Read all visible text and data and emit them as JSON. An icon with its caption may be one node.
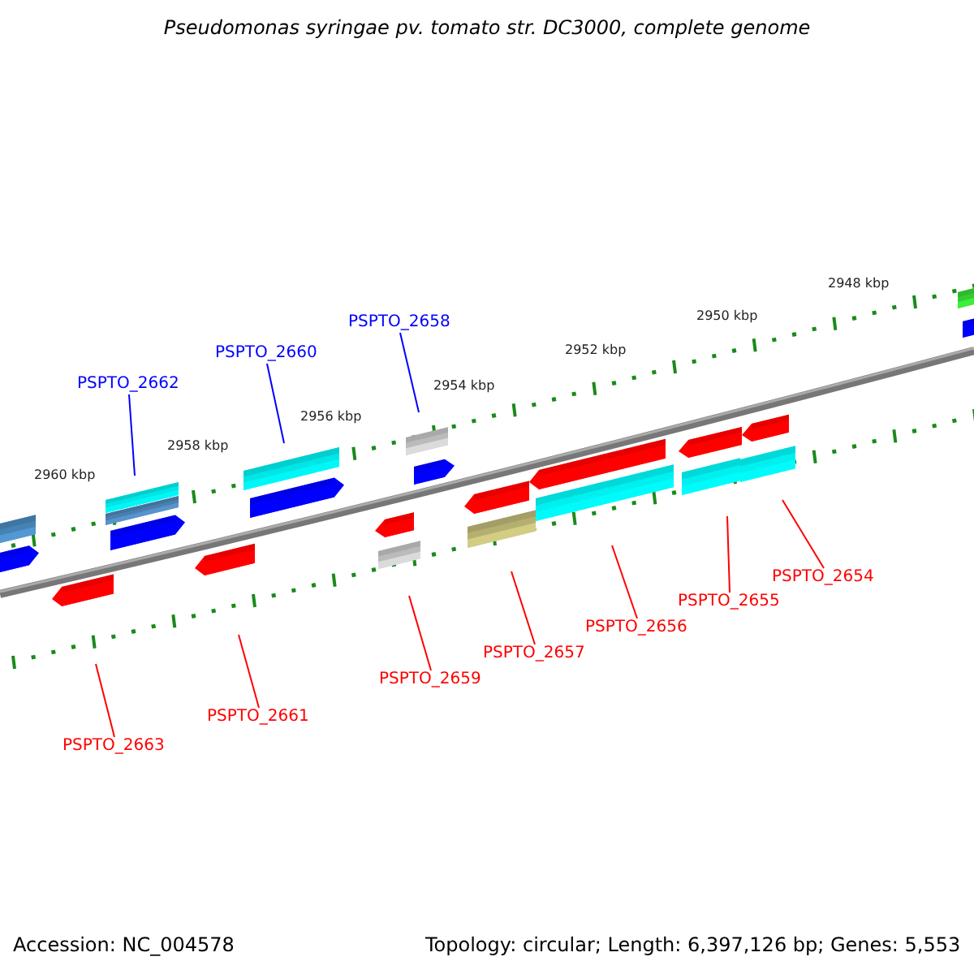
{
  "diagram": {
    "title": "Pseudomonas syringae pv. tomato str. DC3000, complete genome",
    "nodes": [
      {
        "text": [
          "PSPTO_2662"
        ]
      },
      {
        "text": [
          "PSPTO_2660"
        ]
      },
      {
        "text": [
          "PSPTO_2658"
        ]
      },
      {
        "text": [
          "PSPTO_2663"
        ]
      },
      {
        "text": [
          "PSPTO_2661"
        ]
      },
      {
        "text": [
          "PSPTO_2659"
        ]
      },
      {
        "text": [
          "PSPTO_2657"
        ]
      },
      {
        "text": [
          "PSPTO_2656"
        ]
      },
      {
        "text": [
          "PSPTO_2655"
        ]
      },
      {
        "text": [
          "PSPTO_2654"
        ]
      }
    ],
    "edges": [
      {
        "from": 0,
        "to": null,
        "arrow": "none",
        "color": "#0000ff"
      },
      {
        "from": 1,
        "to": null,
        "arrow": "none",
        "color": "#0000ff"
      },
      {
        "from": 2,
        "to": null,
        "arrow": "none",
        "color": "#0000ff"
      },
      {
        "from": 3,
        "to": null,
        "arrow": "none"
      },
      {
        "from": 4,
        "to": null,
        "arrow": "none"
      },
      {
        "from": 5,
        "to": null,
        "arrow": "none"
      },
      {
        "from": 6,
        "to": null,
        "arrow": "none"
      },
      {
        "from": 7,
        "to": null,
        "arrow": "none"
      },
      {
        "from": 8,
        "to": null,
        "arrow": "none"
      },
      {
        "from": 9,
        "to": null,
        "arrow": "none"
      }
    ],
    "labels": [
      "2948 kbp",
      "2950 kbp",
      "2952 kbp",
      "2954 kbp",
      "2956 kbp",
      "2958 kbp",
      "2960 kbp",
      "Accession: NC_004578",
      "Topology: circular; Length: 6,397,126 bp; Genes: 5,553"
    ]
  }
}
